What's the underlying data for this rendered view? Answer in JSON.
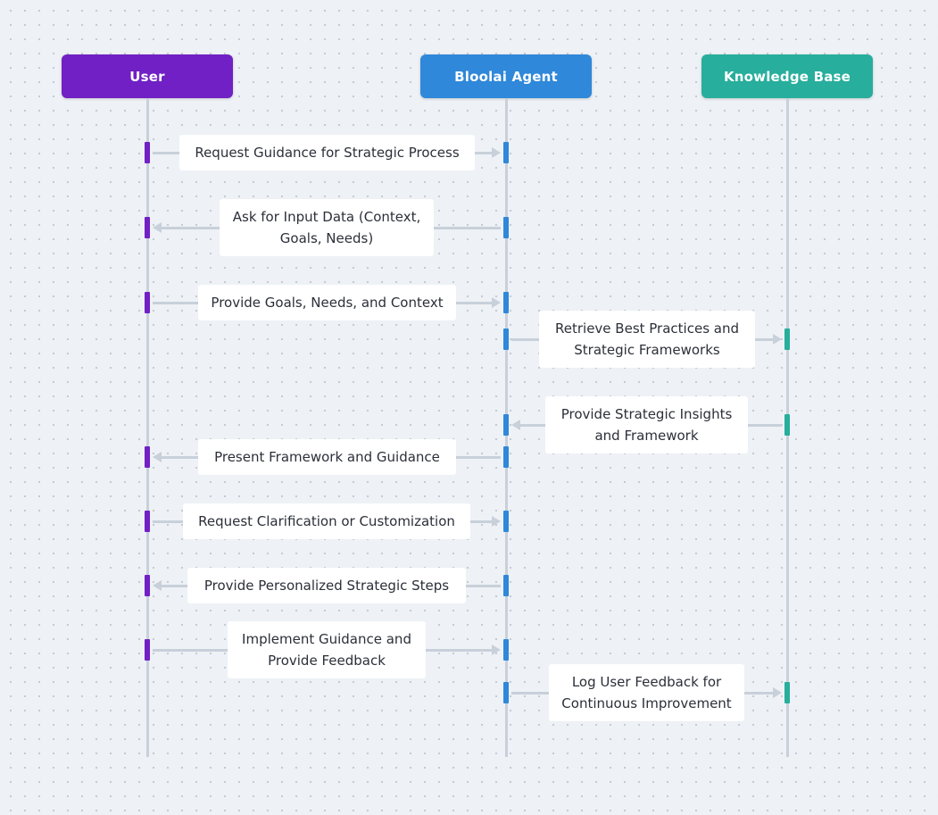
{
  "colors": {
    "user": "#7020c4",
    "agent": "#2f88d9",
    "knowledge": "#27ae9c",
    "line": "#c8d0da",
    "background": "#eef2f6"
  },
  "participants": [
    {
      "id": "user",
      "label": "User"
    },
    {
      "id": "agent",
      "label": "Bloolai Agent"
    },
    {
      "id": "kb",
      "label": "Knowledge Base"
    }
  ],
  "messages": [
    {
      "from": "user",
      "to": "agent",
      "text": "Request Guidance for Strategic Process"
    },
    {
      "from": "agent",
      "to": "user",
      "text": "Ask for Input Data (Context,\nGoals, Needs)"
    },
    {
      "from": "user",
      "to": "agent",
      "text": "Provide Goals, Needs, and Context"
    },
    {
      "from": "agent",
      "to": "kb",
      "text": "Retrieve Best Practices and\nStrategic Frameworks"
    },
    {
      "from": "kb",
      "to": "agent",
      "text": "Provide Strategic Insights\nand Framework"
    },
    {
      "from": "agent",
      "to": "user",
      "text": "Present Framework and Guidance"
    },
    {
      "from": "user",
      "to": "agent",
      "text": "Request Clarification or Customization"
    },
    {
      "from": "agent",
      "to": "user",
      "text": "Provide Personalized Strategic Steps"
    },
    {
      "from": "user",
      "to": "agent",
      "text": "Implement Guidance and\nProvide Feedback"
    },
    {
      "from": "agent",
      "to": "kb",
      "text": "Log User Feedback for\nContinuous Improvement"
    }
  ]
}
